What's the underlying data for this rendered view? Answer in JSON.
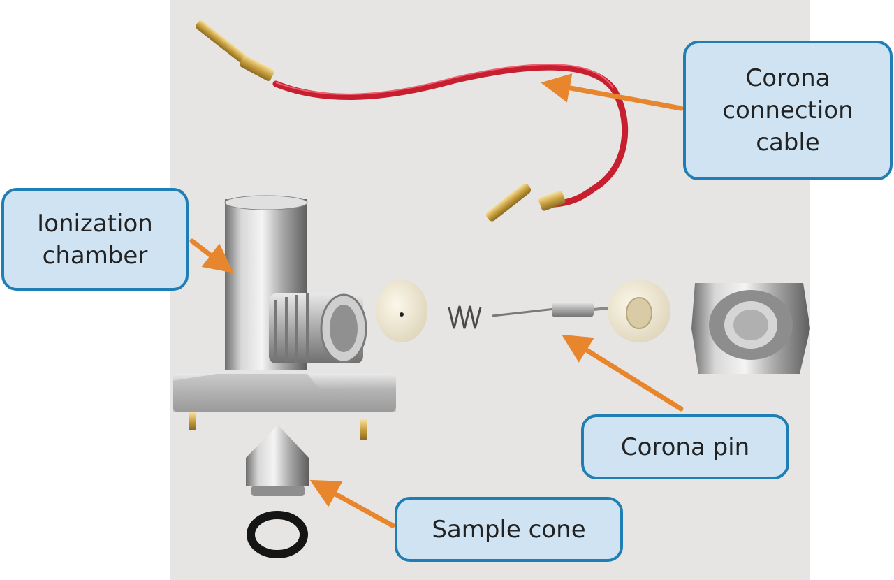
{
  "callouts": {
    "corona_connection_cable": "Corona connection cable",
    "corona_connection_cable_lines": [
      "Corona",
      "connection",
      "cable"
    ],
    "ionization_chamber": "Ionization chamber",
    "ionization_chamber_lines": [
      "Ionization",
      "chamber"
    ],
    "corona_pin": "Corona pin",
    "sample_cone": "Sample cone"
  },
  "colors": {
    "callout_fill": "#cfe3f2",
    "callout_border": "#1f7fb4",
    "arrow": "#e8862e",
    "cable": "#d62638",
    "background": "#e6e5e3"
  },
  "icons": [
    "connection-cable",
    "ionization-chamber",
    "sample-cone",
    "o-ring",
    "ptfe-insulator",
    "spring",
    "corona-pin",
    "insulator-disc",
    "nut"
  ]
}
